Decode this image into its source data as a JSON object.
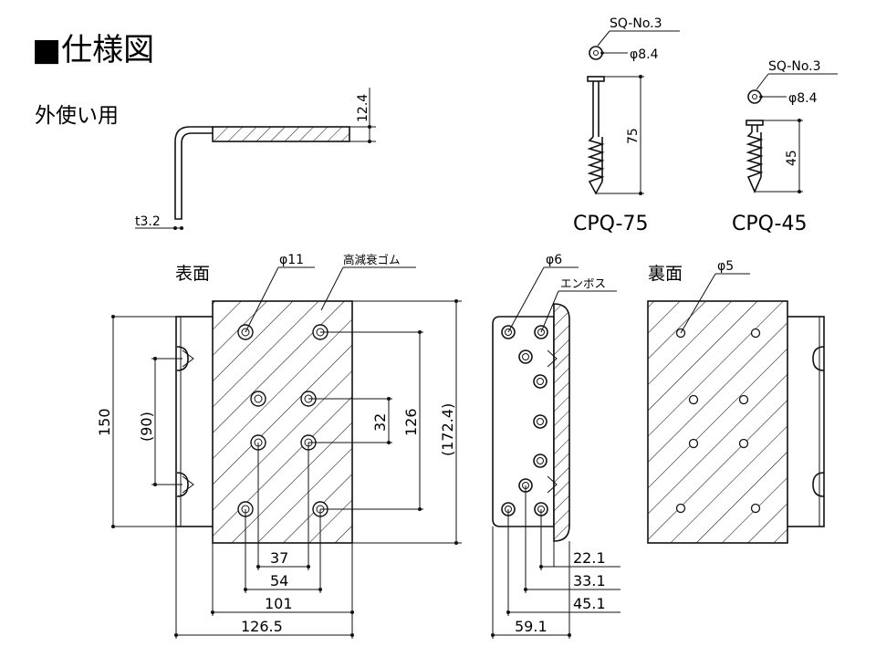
{
  "title": "■仕様図",
  "section_outer": "外使い用",
  "side_view": {
    "thickness_top": "12.4",
    "thickness": "t3.2"
  },
  "screws": [
    {
      "model": "CPQ-75",
      "head_type": "SQ-No.3",
      "head_diameter": "φ8.4",
      "length": "75"
    },
    {
      "model": "CPQ-45",
      "head_type": "SQ-No.3",
      "head_diameter": "φ8.4",
      "length": "45"
    }
  ],
  "front": {
    "heading": "表面",
    "hole": "φ11",
    "rubber": "高減衰ゴム",
    "dims": {
      "total_h": "150",
      "inner_h": "(90)",
      "pitch_v": "32",
      "hole_span_v": "126",
      "plate_h": "(172.4)",
      "d37": "37",
      "d54": "54",
      "d101": "101",
      "d1265": "126.5"
    }
  },
  "side": {
    "hole": "φ6",
    "emboss": "エンボス",
    "dims": {
      "d221": "22.1",
      "d331": "33.1",
      "d451": "45.1",
      "d591": "59.1"
    }
  },
  "back": {
    "heading": "裏面",
    "hole": "φ5"
  }
}
